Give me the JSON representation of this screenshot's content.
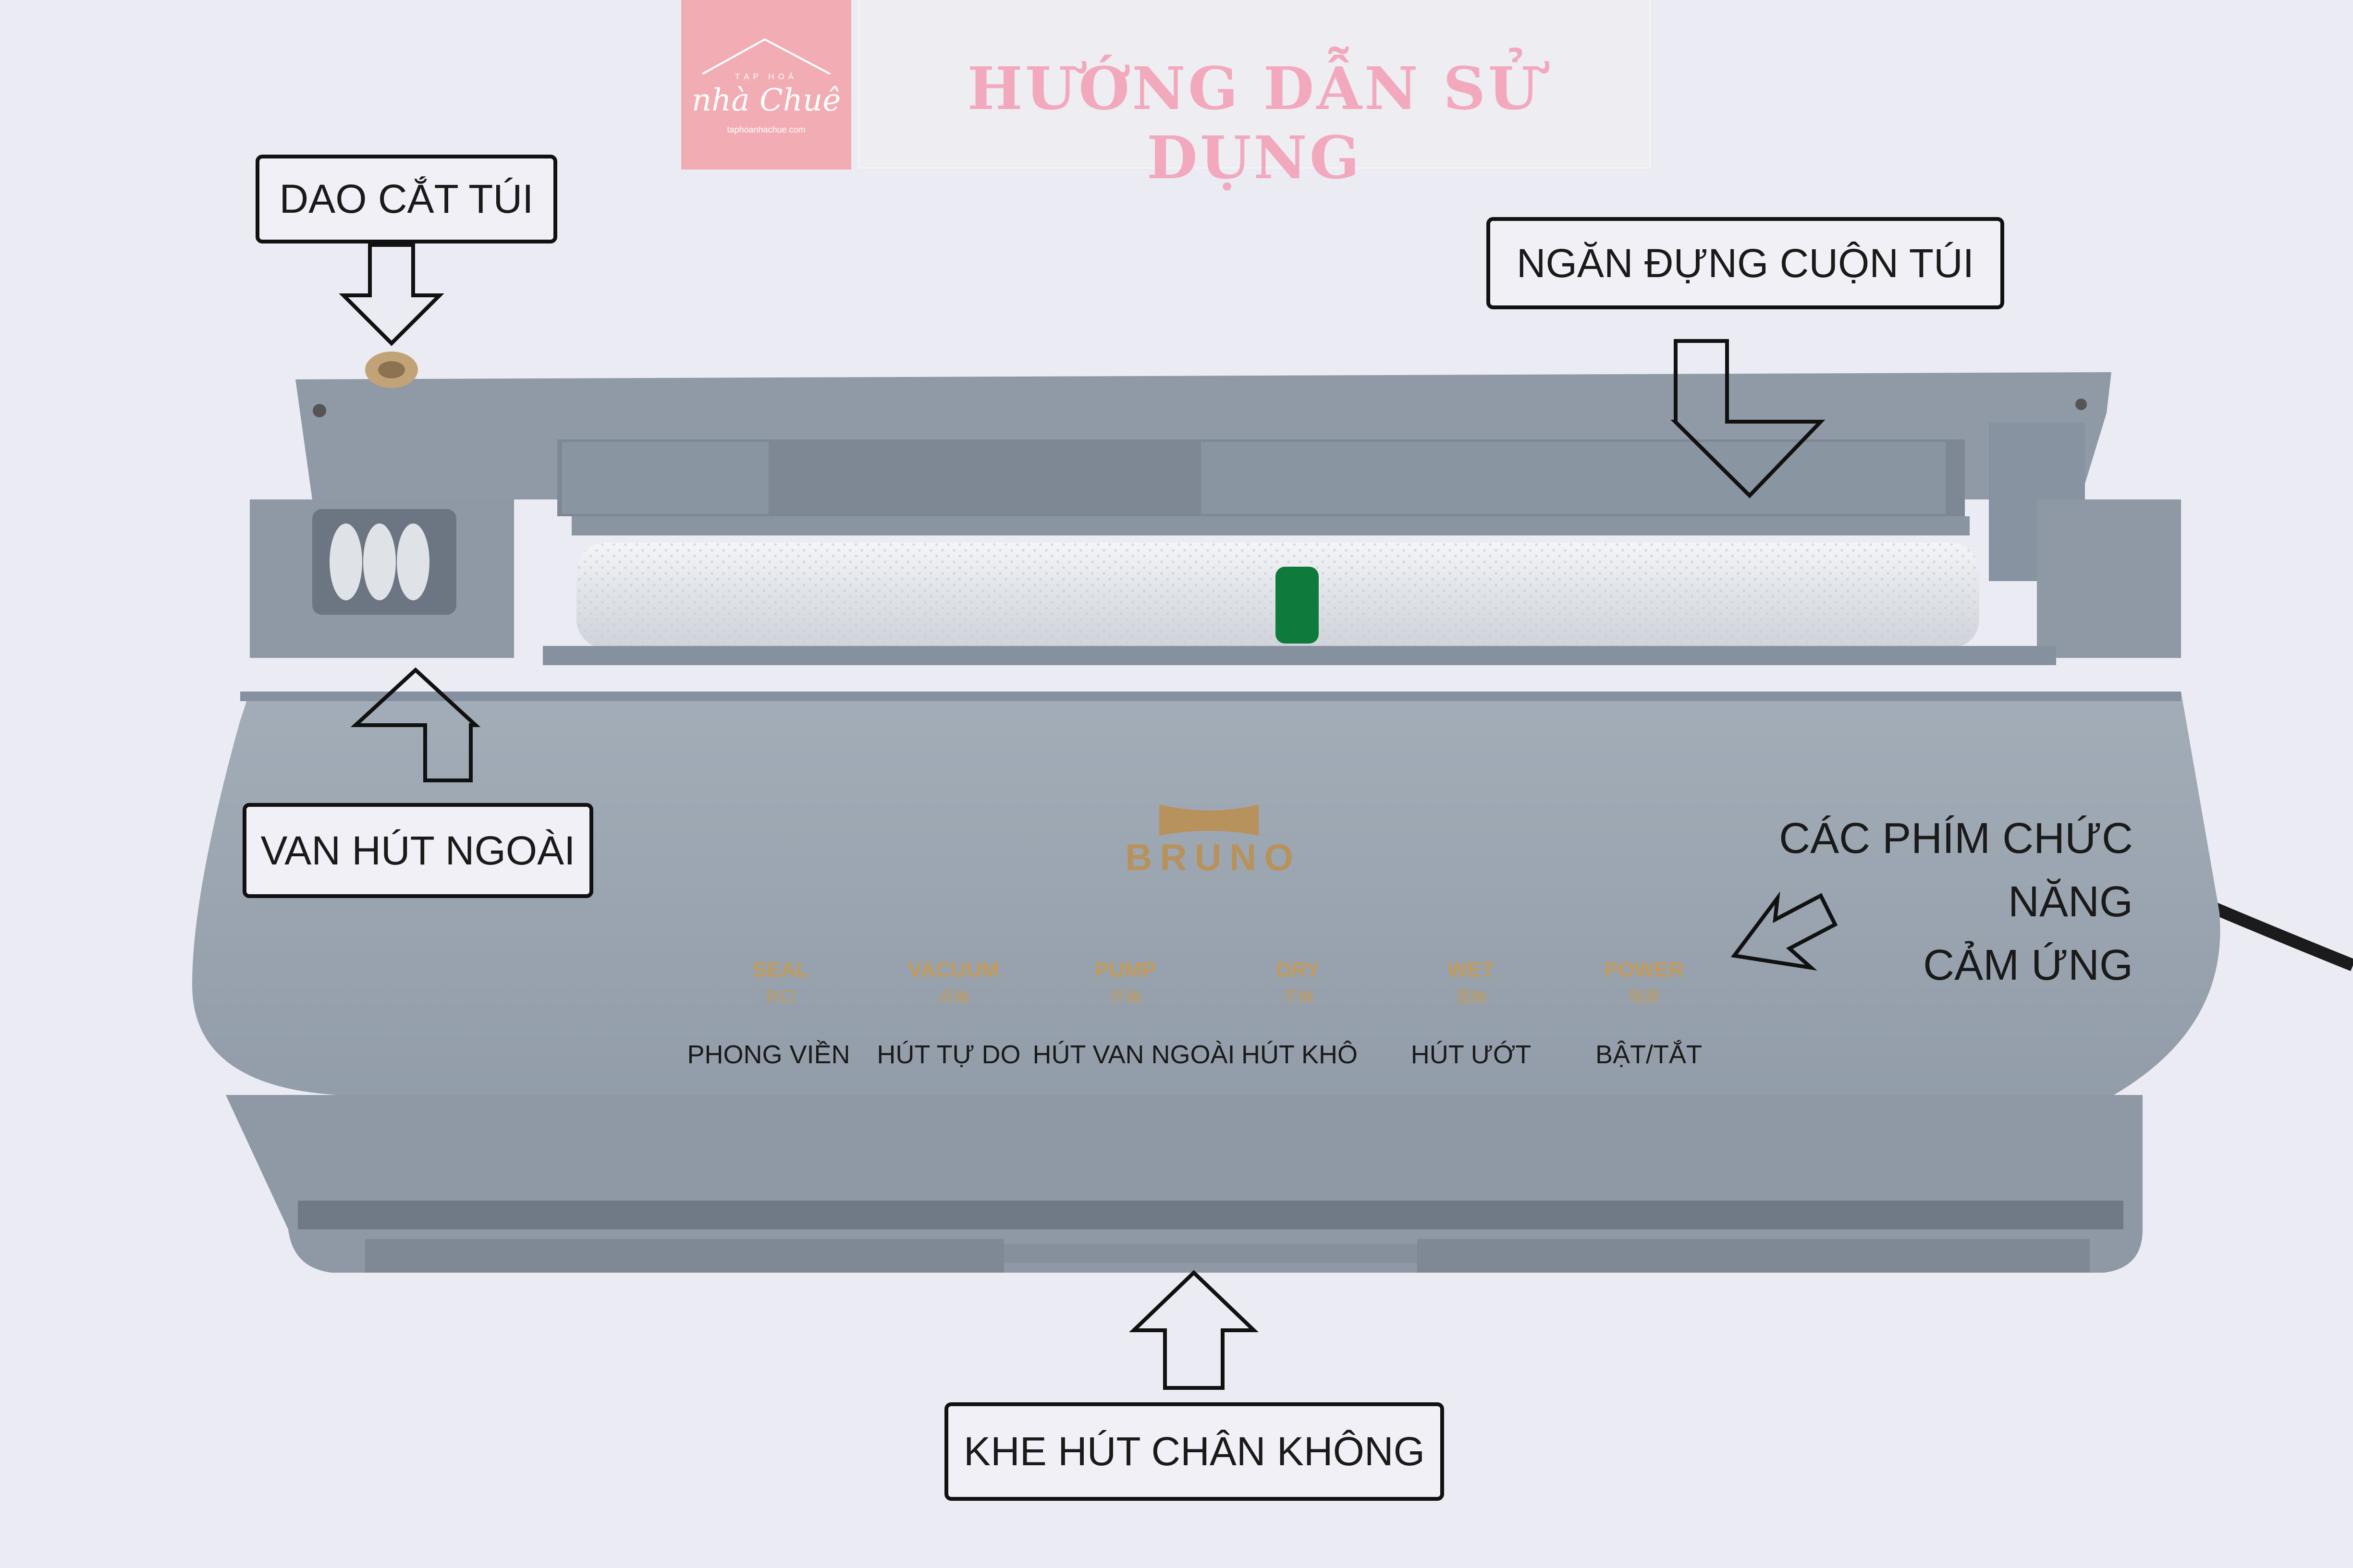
{
  "header": {
    "logo": {
      "small_text": "TẠP HOÁ",
      "script_text": "nhà Chuê",
      "url": "taphoanhachue.com"
    },
    "title": "HƯỚNG DẪN SỬ DỤNG"
  },
  "callouts": {
    "dao_cat_tui": "DAO CẮT TÚI",
    "ngan_dung_cuon_tui": "NGĂN ĐỰNG CUỘN TÚI",
    "van_hut_ngoai": "VAN HÚT NGOÀI",
    "cac_phim_line1": "CÁC PHÍM CHỨC NĂNG",
    "cac_phim_line2": "CẢM ỨNG",
    "khe_hut_chan_khong": "KHE HÚT CHÂN KHÔNG"
  },
  "device": {
    "brand": "BRUNO",
    "buttons": [
      {
        "en": "SEAL",
        "cn": "封口",
        "vi": "PHONG VIỀN"
      },
      {
        "en": "VACUUM",
        "cn": "点抽",
        "vi": "HÚT TỰ DO"
      },
      {
        "en": "PUMP",
        "cn": "外抽",
        "vi": "HÚT VAN NGOÀI"
      },
      {
        "en": "DRY",
        "cn": "干抽",
        "vi": "HÚT KHÔ"
      },
      {
        "en": "WET",
        "cn": "湿抽",
        "vi": "HÚT ƯỚT"
      },
      {
        "en": "POWER",
        "cn": "电源",
        "vi": "BẬT/TẮT"
      }
    ]
  },
  "colors": {
    "background": "#ebebf3",
    "device_body": "#9ba6b1",
    "accent_gold": "#c19b5c",
    "header_pink": "#f2acb3",
    "title_pink": "#f2a9bd",
    "roll_cap_green": "#0e7a3c"
  }
}
